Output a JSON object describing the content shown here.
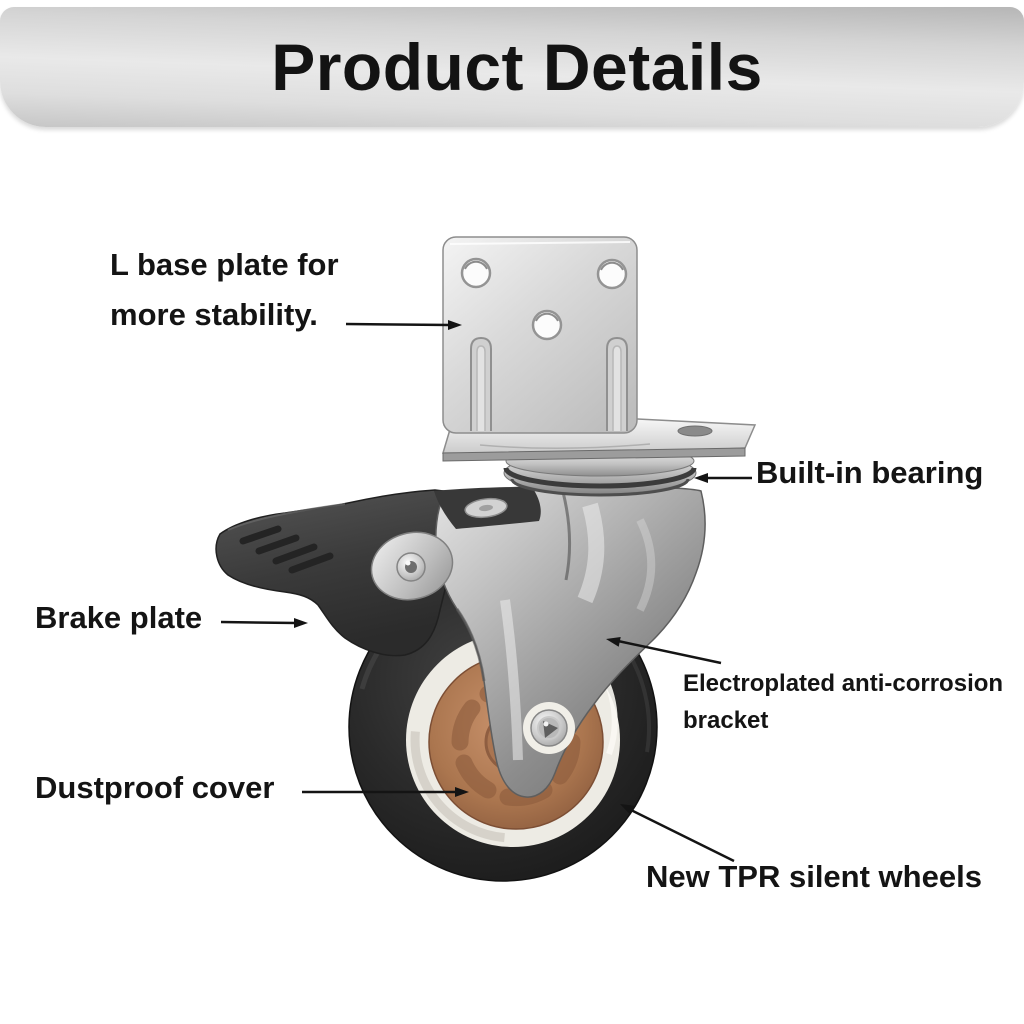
{
  "banner": {
    "title": "Product Details",
    "bg_top": "#b6b6b6",
    "bg_mid": "#e9e9e9",
    "bg_bottom": "#c6c6c6",
    "text_color": "#131313"
  },
  "callouts": {
    "l_base_plate": {
      "line1": "L base plate for",
      "line2": "more stability."
    },
    "built_in_bearing": {
      "text": "Built-in bearing"
    },
    "brake_plate": {
      "text": "Brake plate"
    },
    "electroplated_bracket": {
      "line1": "Electroplated anti-corrosion",
      "line2": "bracket"
    },
    "dustproof_cover": {
      "text": "Dustproof cover"
    },
    "new_tpr_wheels": {
      "text": "New TPR silent wheels"
    }
  },
  "illustration": {
    "parts": [
      "l-mounting-plate",
      "horizontal-plate",
      "swivel-bearing",
      "fork-bracket",
      "brake-lever",
      "wheel-tire",
      "dustproof-ring",
      "wheel-hub",
      "axle-rivet"
    ],
    "colors": {
      "metal_light": "#f2f2f2",
      "metal_mid": "#b3b3b3",
      "metal_dark": "#6c6c6c",
      "tire_black": "#232323",
      "dustproof_ring_white": "#edebe4",
      "hub_copper": "#ab764f",
      "brake_plastic": "#3a3a3a",
      "arrow_black": "#141414",
      "background": "#ffffff"
    }
  }
}
